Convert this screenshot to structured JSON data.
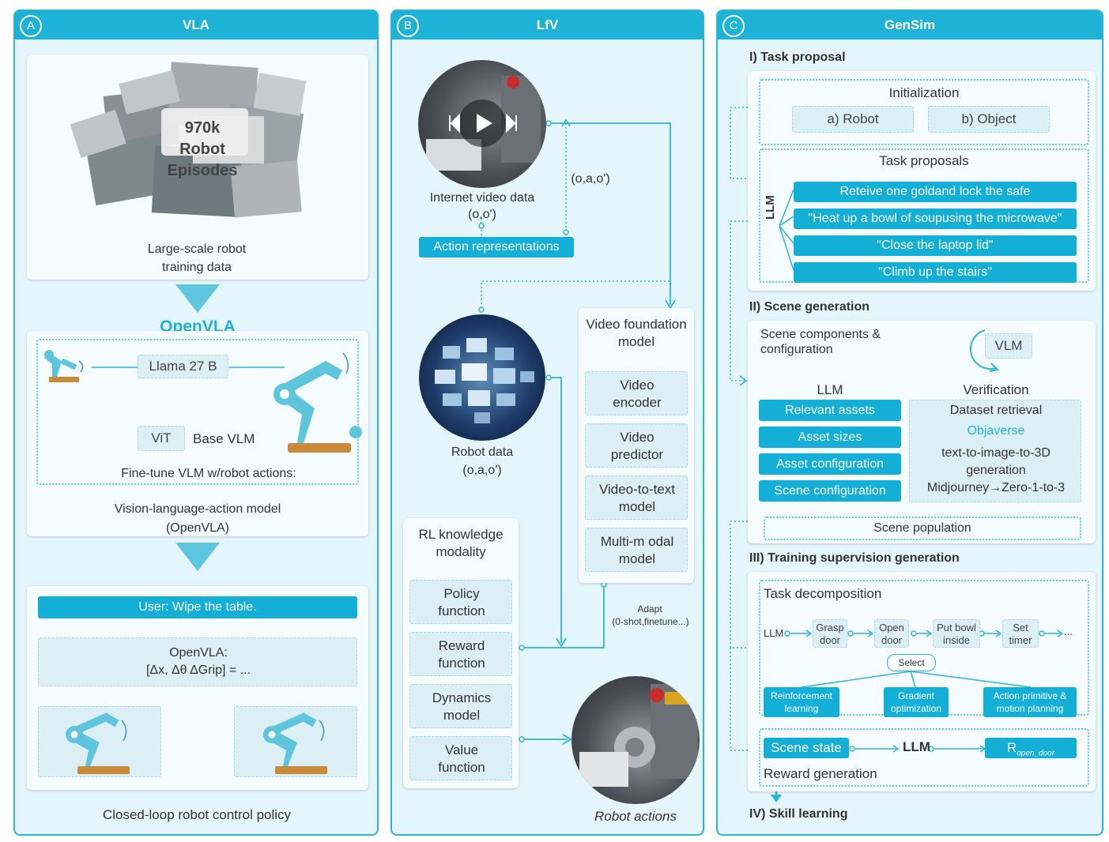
{
  "panels": {
    "a": {
      "letter": "A",
      "title": "VLA"
    },
    "b": {
      "letter": "B",
      "title": "LfV"
    },
    "c": {
      "letter": "C",
      "title": "GenSim"
    }
  },
  "vla": {
    "episodes_label": "970k Robot Episodes",
    "training_data_label": "Large-scale robot training data",
    "openvla_title": "OpenVLA",
    "llama_label": "Llama 27 B",
    "vit_label": "ViT",
    "base_vlm_label": "Base VLM",
    "finetune_label": "Fine-tune VLM w/robot actions:",
    "vla_model_label": "Vision-language-action model (OpenVLA)",
    "user_prompt": "User: Wipe the table.",
    "output_label": "OpenVLA:",
    "output_formula": "[Δx, Δθ ΔGrip] = ...",
    "policy_label": "Closed-loop robot control policy"
  },
  "lfv": {
    "internet_video_label": "Internet video data",
    "internet_video_sub": "(o,o')",
    "oao_label": "(o,a,o')",
    "action_repr_label": "Action representations",
    "robot_data_label": "Robot data",
    "robot_data_sub": "(o,a,o')",
    "vfm_title": "Video foundation model",
    "vfm_items": [
      "Video encoder",
      "Video predictor",
      "Video-to-text model",
      "Multi-m odal model"
    ],
    "rl_title": "RL knowledge modality",
    "rl_items": [
      "Policy function",
      "Reward function",
      "Dynamics model",
      "Value function"
    ],
    "adapt_label": "Adapt",
    "adapt_sub": "(0-shot,finetune...)",
    "robot_actions_label": "Robot actions"
  },
  "gensim": {
    "s1_title": "I) Task proposal",
    "init_title": "Initialization",
    "init_robot": "a) Robot",
    "init_object": "b) Object",
    "proposals_title": "Task proposals",
    "llm_vertical": "LLM",
    "proposals": [
      "Reteive one goldand lock the safe",
      "\"Heat up a bowl of soupusing the microwave\"",
      "\"Close the laptop lid\"",
      "\"Climb up the stairs\""
    ],
    "s2_title": "II) Scene generation",
    "scene_components": "Scene components & configuration",
    "vlm_label": "VLM",
    "llm_label": "LLM",
    "verification_label": "Verification",
    "llm_items": [
      "Relevant assets",
      "Asset sizes",
      "Asset configuration",
      "Scene configuration"
    ],
    "dataset_retrieval": "Dataset retrieval",
    "objaverse": "Objaverse",
    "t2i3d": "text-to-image-to-3D generation",
    "midjourney": "Midjourney→Zero-1-to-3",
    "scene_population": "Scene population",
    "s3_title": "III) Training supervision generation",
    "task_decomp": "Task decomposition",
    "chain_llm": "LLM",
    "chain_steps": [
      "Grasp door",
      "Open door",
      "Put bowl inside",
      "Set timer"
    ],
    "chain_more": "...",
    "select_label": "Select",
    "methods": [
      "Reinforcement learning",
      "Gradient optimization",
      "Action primitive & motion planning"
    ],
    "scene_state": "Scene state",
    "reward_llm": "LLM",
    "reward_r": "R",
    "reward_sub": "open_door",
    "reward_gen": "Reward generation",
    "s4_title": "IV) Skill learning"
  },
  "colors": {
    "accent": "#1eb3d6",
    "panel_bg": "#e4f5fb",
    "line": "#2bb5d6",
    "robot_arm": "#5fc5dc",
    "robot_base": "#c98a3a"
  }
}
